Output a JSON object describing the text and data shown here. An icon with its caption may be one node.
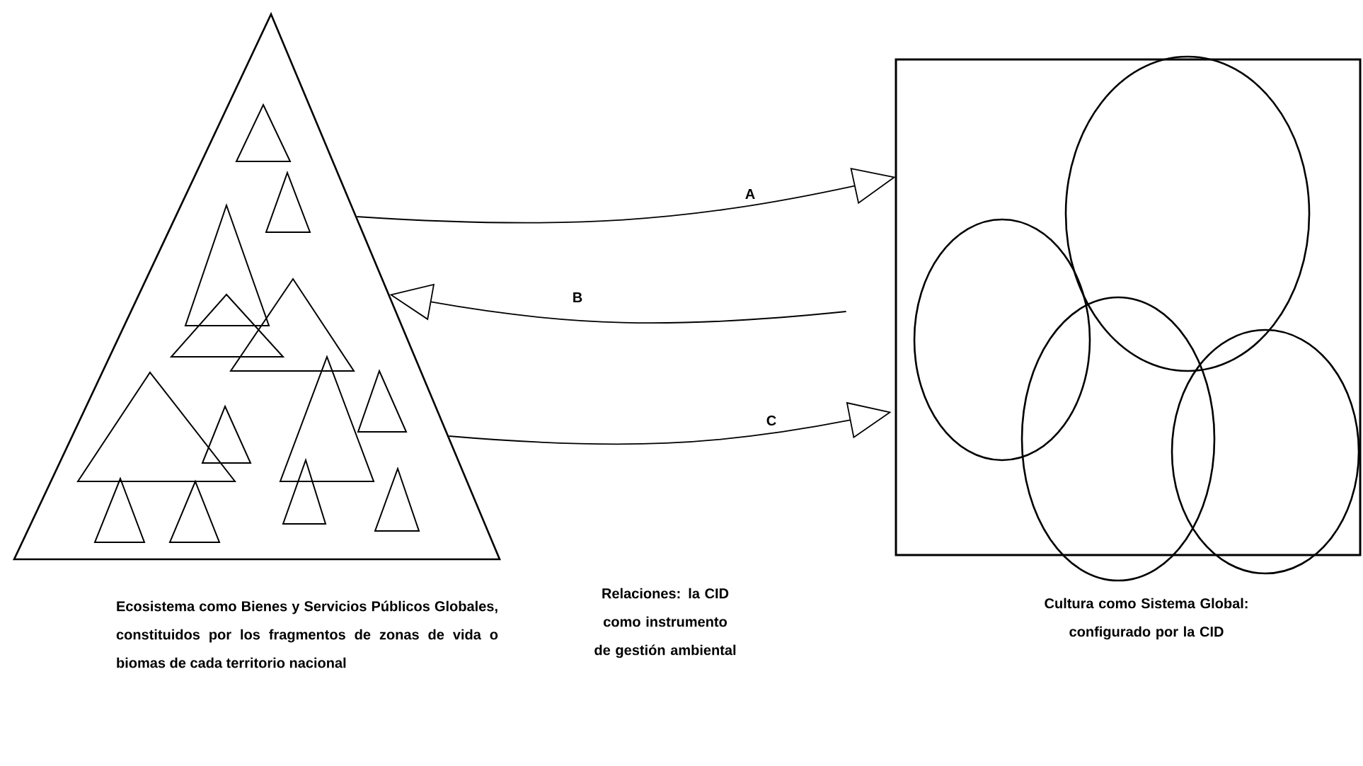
{
  "diagram": {
    "nodes": [
      {
        "text": [],
        "shape": "triangle",
        "beside": [
          "Ecosistema como Bienes y Servicios Públicos Globales, constituidos por los fragmentos de zonas de vida o biomas de cada territorio nacional"
        ]
      },
      {
        "text": [],
        "shape": "box",
        "beside": [
          "Cultura como Sistema Global: configurado por la CID"
        ]
      }
    ],
    "edges": [
      {
        "from": 0,
        "to": 1,
        "arrow": "to",
        "label": "A"
      },
      {
        "from": 1,
        "to": 0,
        "arrow": "to",
        "label": "B"
      },
      {
        "from": 0,
        "to": 1,
        "arrow": "to",
        "label": "C"
      }
    ],
    "labels": [
      "Relaciones: la CID como instrumento de gestión ambiental"
    ]
  }
}
